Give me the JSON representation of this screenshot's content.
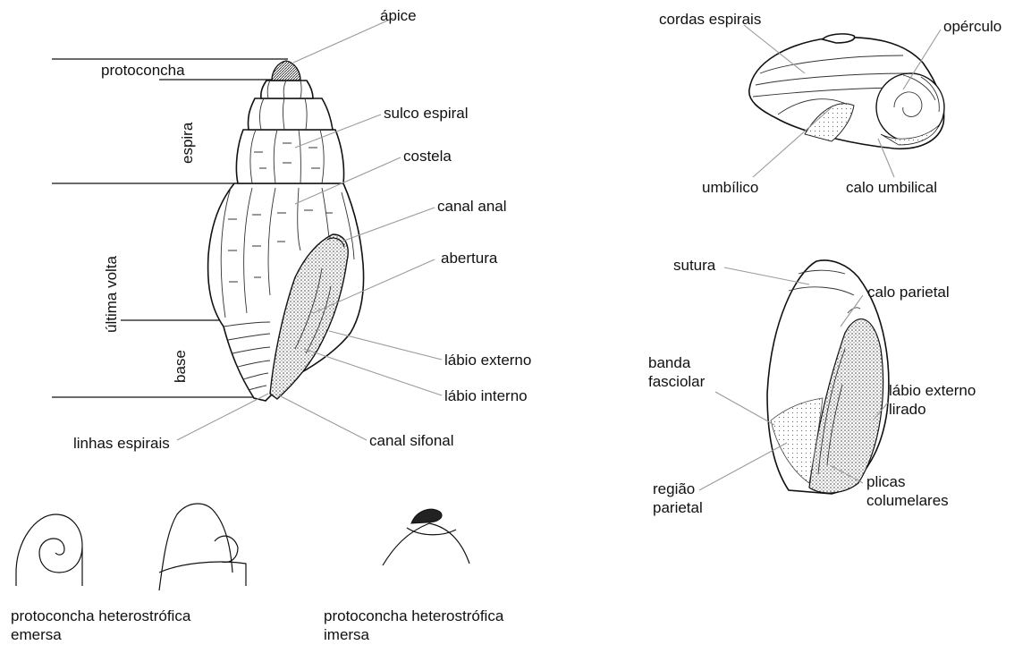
{
  "labels": {
    "apice": "ápice",
    "protoconcha": "protoconcha",
    "espira": "espira",
    "sulco_espiral": "sulco espiral",
    "costela": "costela",
    "canal_anal": "canal anal",
    "ultima_volta": "última volta",
    "abertura": "abertura",
    "labio_externo": "lábio externo",
    "base": "base",
    "labio_interno": "lábio interno",
    "linhas_espirais": "linhas espirais",
    "canal_sifonal": "canal sifonal",
    "cordas_espirais": "cordas espirais",
    "operculo": "opérculo",
    "umbilico": "umbílico",
    "calo_umbilical": "calo umbilical",
    "sutura": "sutura",
    "calo_parietal": "calo parietal",
    "banda_fasciolar_1": "banda",
    "banda_fasciolar_2": "fasciolar",
    "labio_externo_lirado_1": "lábio externo",
    "labio_externo_lirado_2": "lirado",
    "regiao_parietal_1": "região",
    "regiao_parietal_2": "parietal",
    "plicas_columelares_1": "plicas",
    "plicas_columelares_2": "columelares",
    "proto_emersa_1": "protoconcha heterostrófica",
    "proto_emersa_2": "emersa",
    "proto_imersa_1": "protoconcha heterostrófica",
    "proto_imersa_2": "imersa"
  }
}
